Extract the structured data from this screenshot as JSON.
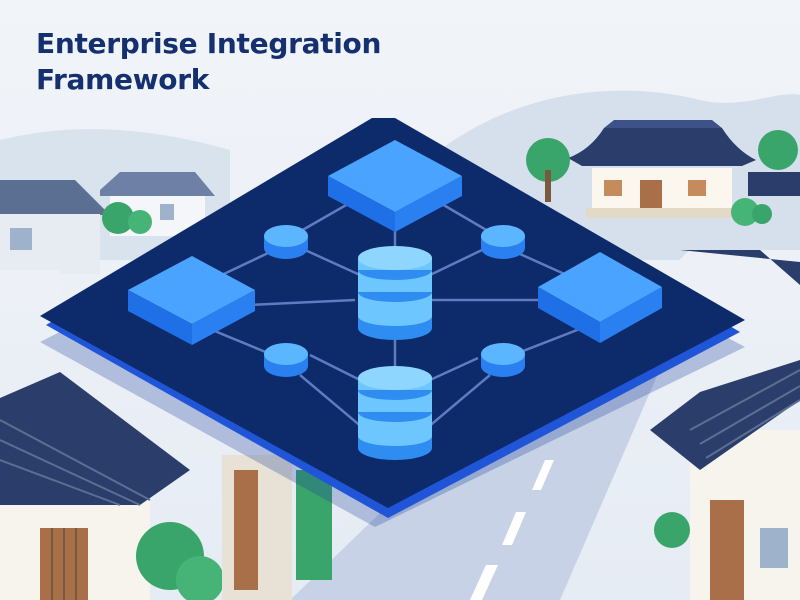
{
  "title": {
    "line1": "Enterprise Integration",
    "line2": "Framework"
  },
  "colors": {
    "sky": "#eef2f8",
    "hills": "#d9e3ee",
    "platform": "#0d2a6b",
    "platform_edge": "#1f55d6",
    "connector": "#5f7bc2",
    "block_top": "#4aa3ff",
    "block_front": "#1f6fe6",
    "node": "#5bb6ff",
    "database": "#6ec6ff",
    "roof": "#2b3d6b",
    "trees": "#3aa56b"
  },
  "diagram": {
    "blocks": [
      "top-block",
      "left-block",
      "right-block"
    ],
    "nodes": [
      "node-upper-left",
      "node-upper-right",
      "node-lower-left",
      "node-lower-right"
    ],
    "databases": [
      "database-upper",
      "database-lower"
    ]
  }
}
